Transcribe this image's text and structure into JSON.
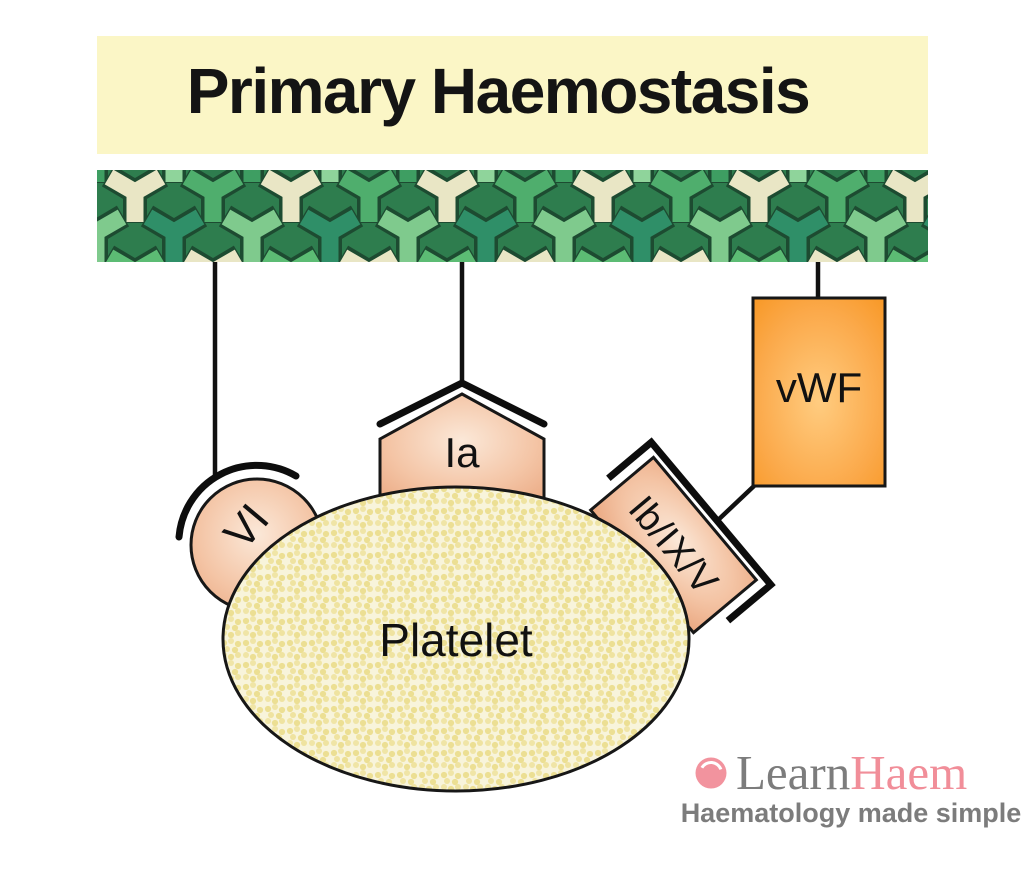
{
  "title": {
    "label": "Primary Haemostasis"
  },
  "labels": {
    "receptor_vi": "VI",
    "receptor_ia": "Ia",
    "receptor_ib_ix_v": "Ib/IX/V",
    "vwf": "vWF",
    "platelet": "Platelet"
  },
  "logo": {
    "learn": "Learn",
    "haem": "Haem",
    "tagline": "Haematology made simple"
  },
  "colors": {
    "banner_bg": "#FBF6C6",
    "collagen_bg": "#2E7D4E",
    "collagen_cream": "#E9E6C5",
    "collagen_light_green": "#7FCA8D",
    "collagen_mid_green": "#4FAE6D",
    "collagen_teal_green": "#2F8F68",
    "vwf_orange": "#F7941D",
    "receptor_salmon": "#E9A47C",
    "platelet_cream": "#F8F4DB",
    "platelet_dot": "#ECDF93",
    "logo_pink": "#F2939E",
    "logo_gray": "#7C7C7C"
  }
}
